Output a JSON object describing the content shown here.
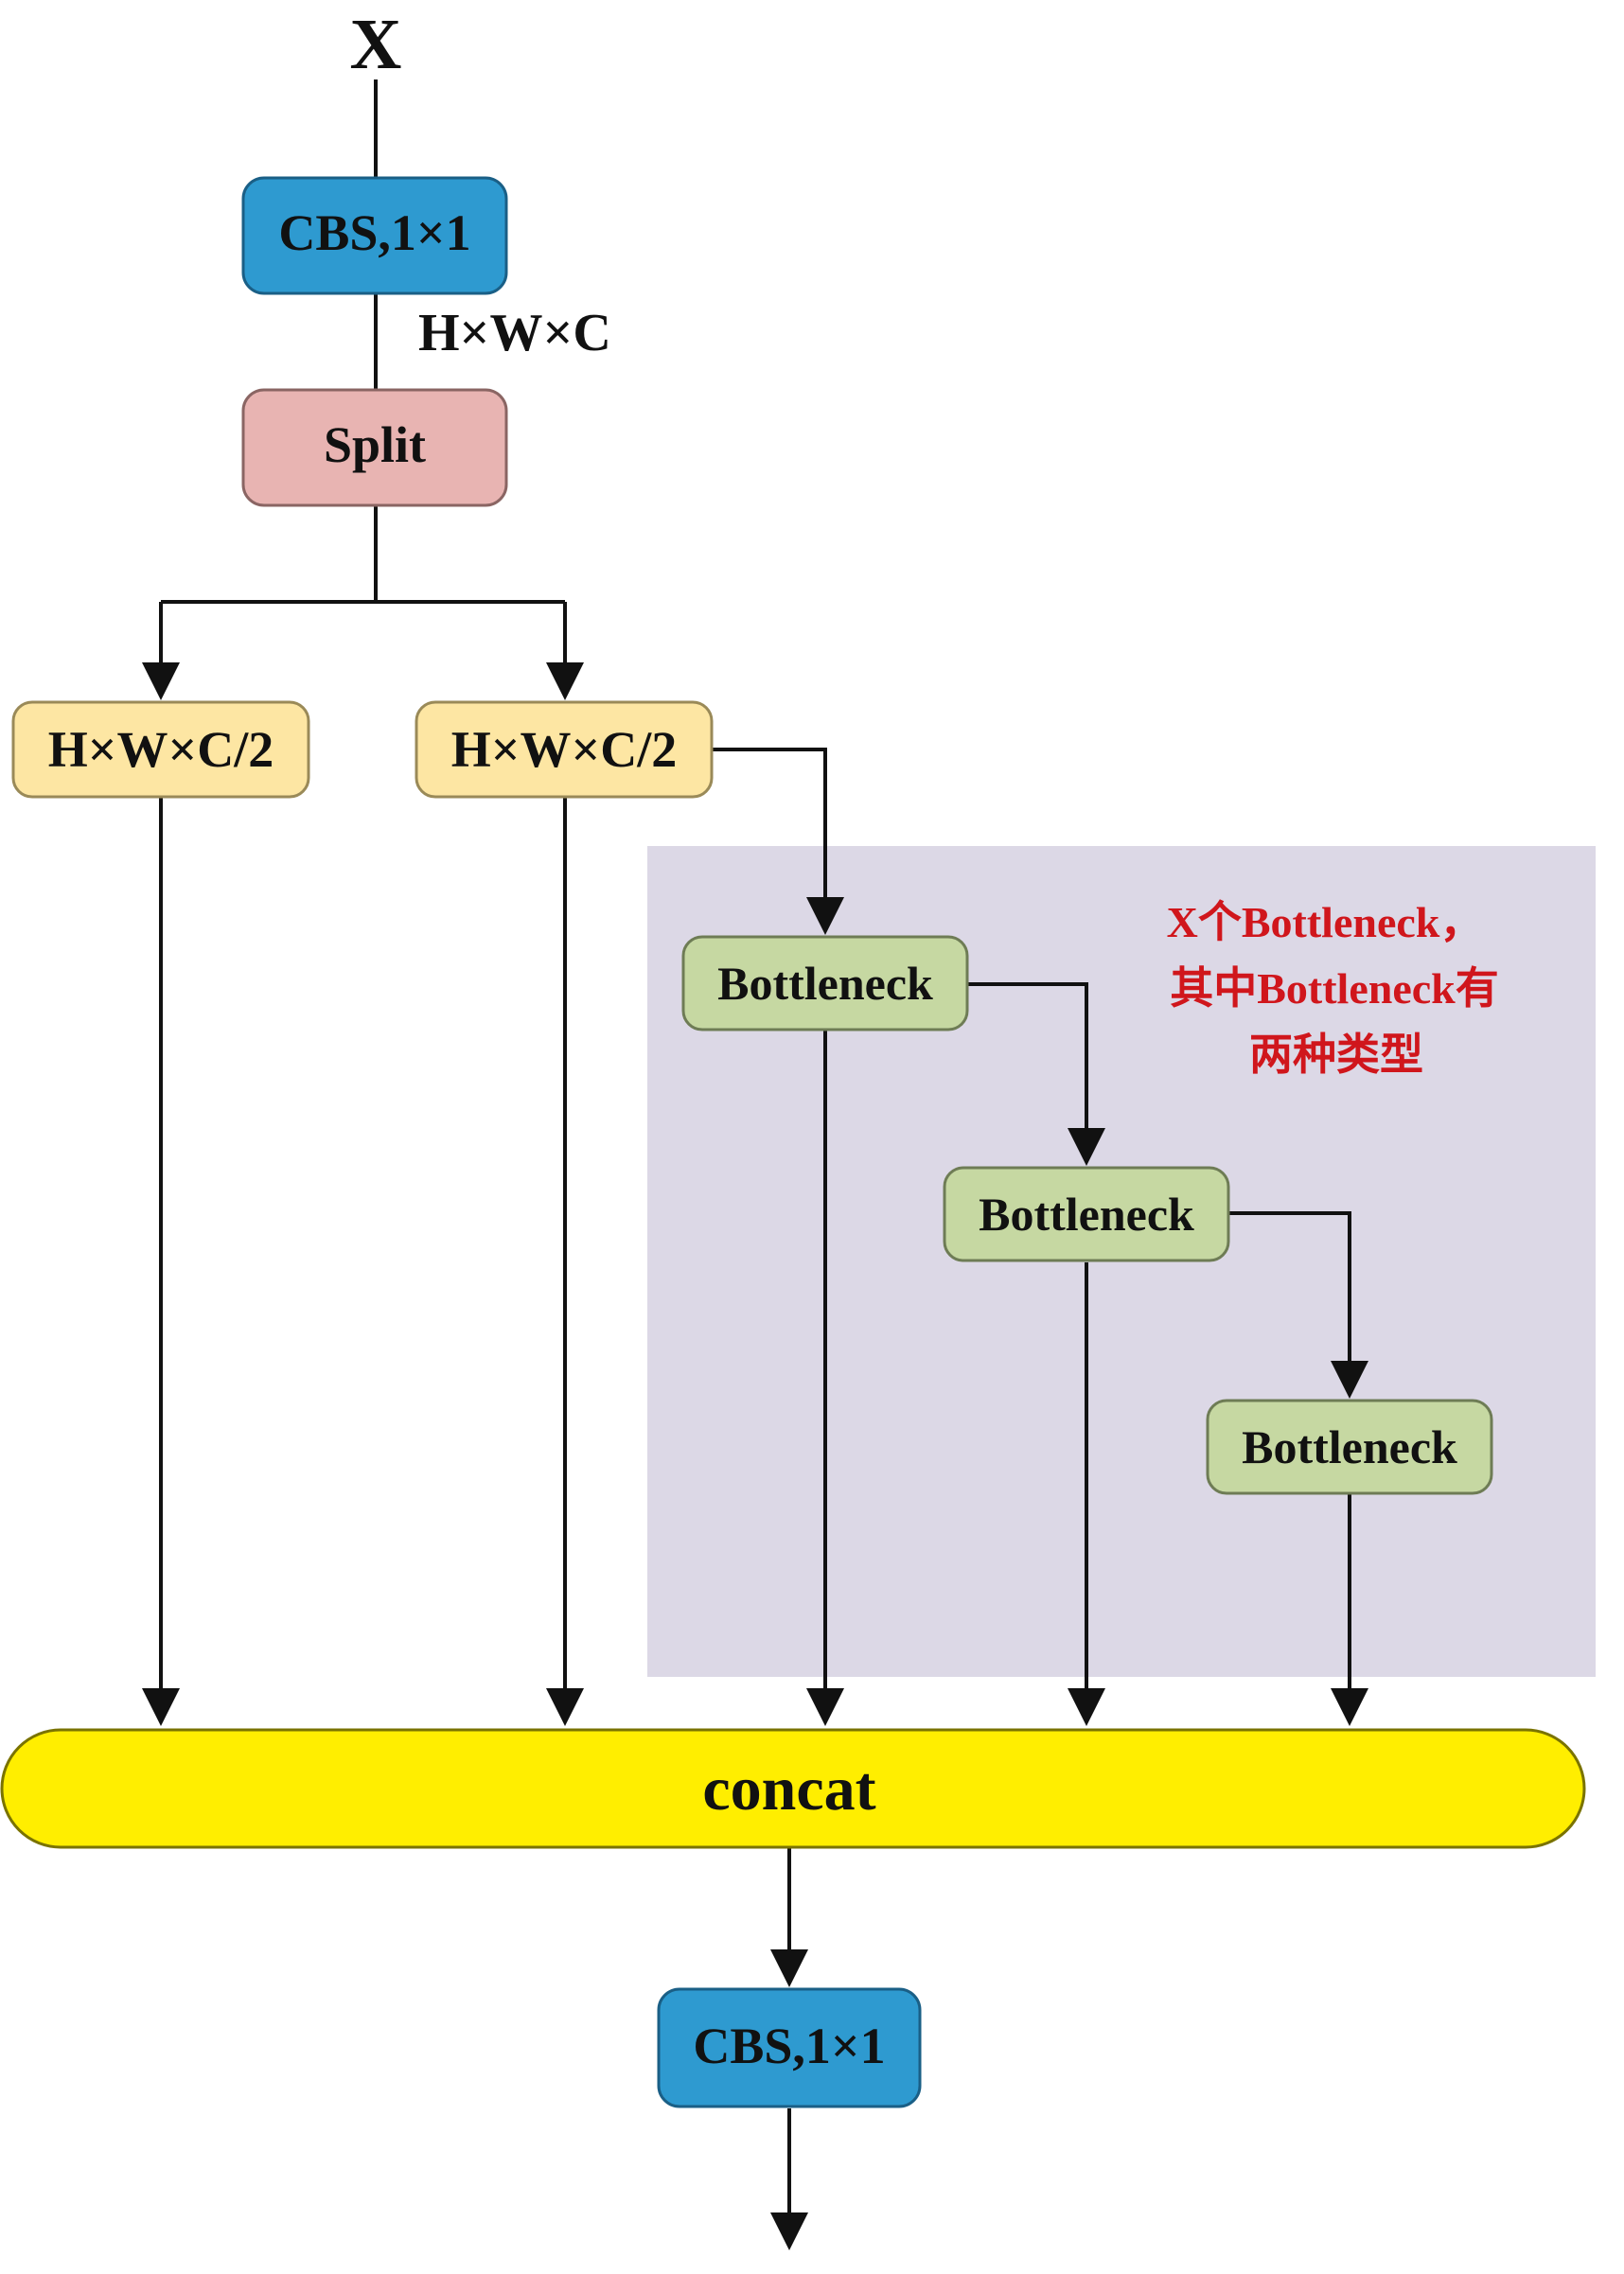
{
  "diagram": {
    "input_label": "X",
    "top_cbs": "CBS,1×1",
    "dim_label": "H×W×C",
    "split": "Split",
    "half_left": "H×W×C/2",
    "half_right": "H×W×C/2",
    "bottlenecks": [
      "Bottleneck",
      "Bottleneck",
      "Bottleneck"
    ],
    "note_lines": [
      "X个Bottleneck，",
      "其中Bottleneck有",
      "两种类型"
    ],
    "concat": "concat",
    "bottom_cbs": "CBS,1×1",
    "colors": {
      "cbs": "#2e9ad0",
      "split": "#e8b4b2",
      "half": "#fde6a3",
      "bottleneck": "#c6d8a2",
      "concat": "#ffee00",
      "panel": "#dcd8e6",
      "note": "#d0161c"
    }
  }
}
